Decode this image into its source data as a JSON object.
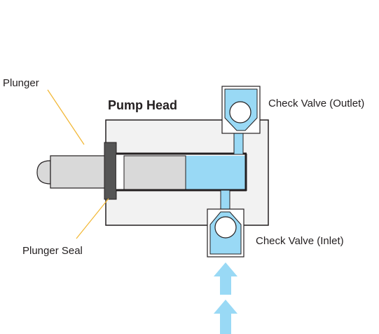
{
  "labels": {
    "plunger": "Plunger",
    "pump_head": "Pump Head",
    "check_valve_outlet": "Check Valve (Outlet)",
    "plunger_seal": "Plunger Seal",
    "check_valve_inlet": "Check Valve (Inlet)"
  },
  "colors": {
    "fluid": "#99d9f5",
    "flow_arrow": "#99d9f5",
    "leader_line": "#f2b631",
    "outline": "#231f20",
    "seal": "#555555",
    "head_fill": "#f2f2f2",
    "plunger_fill": "#d9d9d9"
  },
  "icons": {
    "flow_arrow": "up-arrow-icon",
    "check_ball": "circle"
  }
}
